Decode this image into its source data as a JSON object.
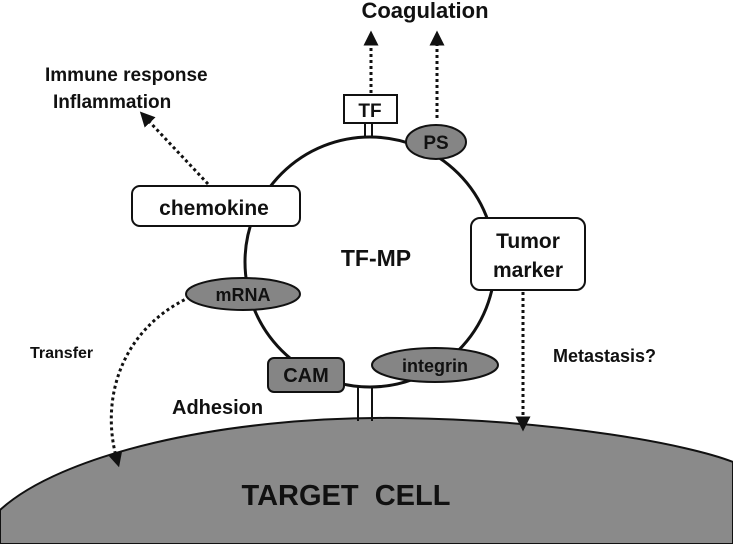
{
  "labels": {
    "coagulation": "Coagulation",
    "immune_response": "Immune response",
    "inflammation": "Inflammation",
    "tf": "TF",
    "ps": "PS",
    "chemokine": "chemokine",
    "tf_mp": "TF-MP",
    "tumor": "Tumor",
    "marker": "marker",
    "mrna": "mRNA",
    "transfer": "Transfer",
    "cam": "CAM",
    "integrin": "integrin",
    "metastasis": "Metastasis?",
    "adhesion": "Adhesion",
    "target_cell": "TARGET  CELL"
  },
  "colors": {
    "line": "#111111",
    "molecule_fill": "#858585",
    "cell_fill": "#8a8a8a",
    "box_fill": "#ffffff"
  }
}
